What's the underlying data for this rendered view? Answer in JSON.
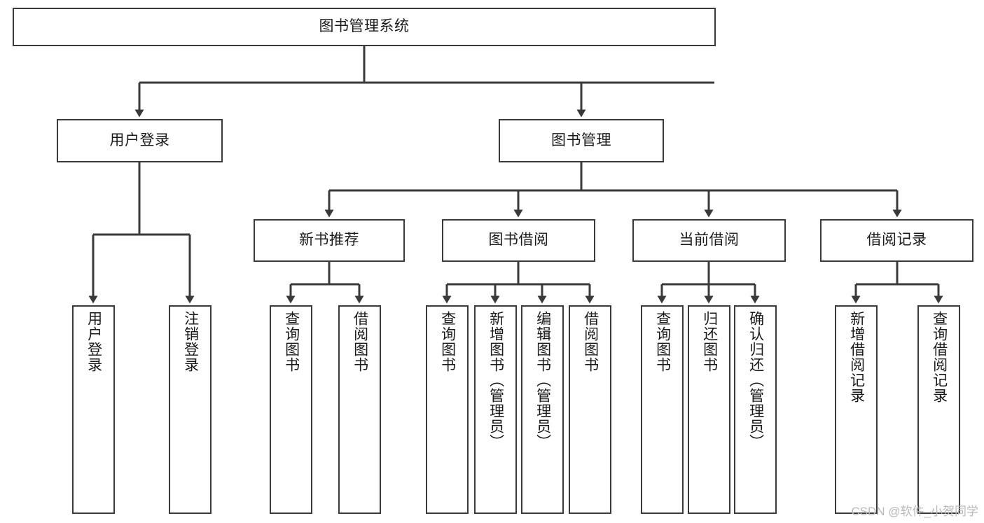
{
  "diagram": {
    "title": "图书管理系统",
    "type": "tree",
    "watermark": "CSDN @软件_小贺同学",
    "colors": {
      "box_border": "#3a3a3a",
      "box_fill": "#ffffff",
      "edge": "#3a3a3a",
      "text": "#1a1a1a",
      "watermark": "#b9b9b9"
    },
    "nodes": {
      "root": {
        "label": "图书管理系统",
        "level": 0,
        "orientation": "horizontal"
      },
      "user_login": {
        "label": "用户登录",
        "level": 1,
        "orientation": "horizontal"
      },
      "book_manage": {
        "label": "图书管理",
        "level": 1,
        "orientation": "horizontal"
      },
      "new_book_rec": {
        "label": "新书推荐",
        "level": 2,
        "orientation": "horizontal"
      },
      "book_borrow": {
        "label": "图书借阅",
        "level": 2,
        "orientation": "horizontal"
      },
      "current_borrow": {
        "label": "当前借阅",
        "level": 2,
        "orientation": "horizontal"
      },
      "borrow_record": {
        "label": "借阅记录",
        "level": 2,
        "orientation": "horizontal"
      },
      "leaf_user_login": {
        "label": "用户登录",
        "level": 3,
        "orientation": "vertical"
      },
      "leaf_logout": {
        "label": "注销登录",
        "level": 3,
        "orientation": "vertical"
      },
      "leaf_query_book_1": {
        "label": "查询图书",
        "level": 3,
        "orientation": "vertical"
      },
      "leaf_borrow_book_1": {
        "label": "借阅图书",
        "level": 3,
        "orientation": "vertical"
      },
      "leaf_query_book_2": {
        "label": "查询图书",
        "level": 3,
        "orientation": "vertical"
      },
      "leaf_add_book": {
        "label": "新增图书（管理员）",
        "level": 3,
        "orientation": "vertical"
      },
      "leaf_edit_book": {
        "label": "编辑图书（管理员）",
        "level": 3,
        "orientation": "vertical"
      },
      "leaf_borrow_book_2": {
        "label": "借阅图书",
        "level": 3,
        "orientation": "vertical"
      },
      "leaf_query_book_3": {
        "label": "查询图书",
        "level": 3,
        "orientation": "vertical"
      },
      "leaf_return_book": {
        "label": "归还图书",
        "level": 3,
        "orientation": "vertical"
      },
      "leaf_confirm_return": {
        "label": "确认归还（管理员）",
        "level": 3,
        "orientation": "vertical"
      },
      "leaf_add_record": {
        "label": "新增借阅记录",
        "level": 3,
        "orientation": "vertical"
      },
      "leaf_query_record": {
        "label": "查询借阅记录",
        "level": 3,
        "orientation": "vertical"
      }
    },
    "edges": [
      {
        "from": "root",
        "to": "user_login"
      },
      {
        "from": "root",
        "to": "book_manage"
      },
      {
        "from": "book_manage",
        "to": "new_book_rec"
      },
      {
        "from": "book_manage",
        "to": "book_borrow"
      },
      {
        "from": "book_manage",
        "to": "current_borrow"
      },
      {
        "from": "book_manage",
        "to": "borrow_record"
      },
      {
        "from": "user_login",
        "to": "leaf_user_login"
      },
      {
        "from": "user_login",
        "to": "leaf_logout"
      },
      {
        "from": "new_book_rec",
        "to": "leaf_query_book_1"
      },
      {
        "from": "new_book_rec",
        "to": "leaf_borrow_book_1"
      },
      {
        "from": "book_borrow",
        "to": "leaf_query_book_2"
      },
      {
        "from": "book_borrow",
        "to": "leaf_add_book"
      },
      {
        "from": "book_borrow",
        "to": "leaf_edit_book"
      },
      {
        "from": "book_borrow",
        "to": "leaf_borrow_book_2"
      },
      {
        "from": "current_borrow",
        "to": "leaf_query_book_3"
      },
      {
        "from": "current_borrow",
        "to": "leaf_return_book"
      },
      {
        "from": "current_borrow",
        "to": "leaf_confirm_return"
      },
      {
        "from": "borrow_record",
        "to": "leaf_add_record"
      },
      {
        "from": "borrow_record",
        "to": "leaf_query_record"
      }
    ]
  }
}
